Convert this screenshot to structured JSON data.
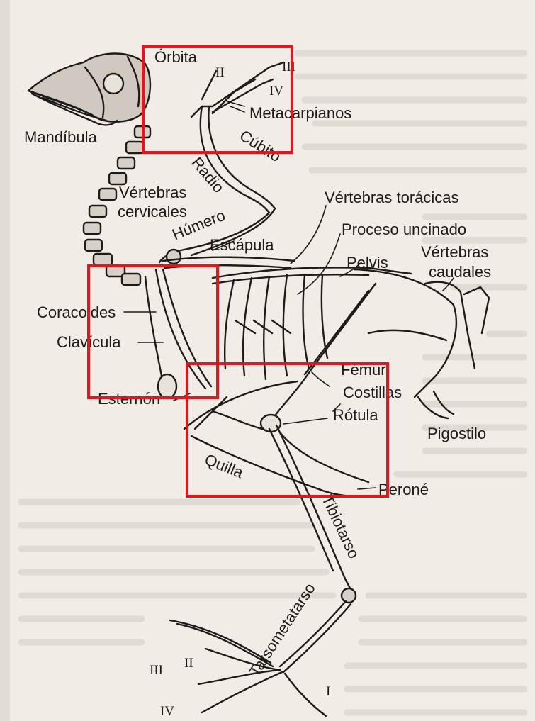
{
  "labels": {
    "orbita": "Órbita",
    "mandibula": "Mandíbula",
    "digit_ii_wing": "II",
    "digit_iii_wing": "III",
    "digit_iv_wing": "IV",
    "metacarpianos": "Metacarpianos",
    "cubito": "Cúbito",
    "radio": "Radio",
    "vertebras_cervicales_1": "Vértebras",
    "vertebras_cervicales_2": "cervicales",
    "humero": "Húmero",
    "vertebras_toracicas": "Vértebras torácicas",
    "proceso_uncinado": "Proceso uncinado",
    "escapula": "Escápula",
    "pelvis": "Pelvis",
    "vertebras_caudales_1": "Vértebras",
    "vertebras_caudales_2": "caudales",
    "coracoides": "Coracoides",
    "clavicula": "Clavícula",
    "femur": "Fémur",
    "costillas": "Costillas",
    "esternon": "Esternón",
    "rotula": "Rótula",
    "pigostilo": "Pigostilo",
    "quilla": "Quilla",
    "perone": "Peroné",
    "tibiotarso": "Tibiotarso",
    "tarsometatarso": "Tarsometatarso",
    "digit_iii_foot": "III",
    "digit_ii_foot": "II",
    "digit_i_foot": "I",
    "digit_iv_foot": "IV"
  },
  "highlight_color": "#e8141b"
}
